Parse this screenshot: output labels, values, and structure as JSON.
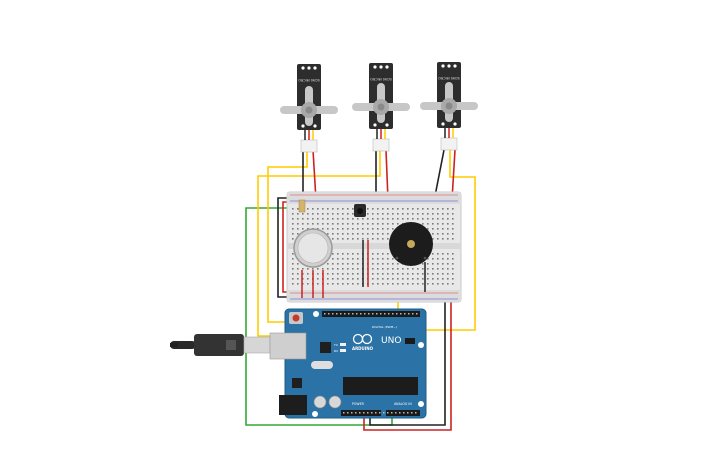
{
  "servos": [
    {
      "id": "servo-1",
      "model_label": "SG90 MICRO"
    },
    {
      "id": "servo-2",
      "model_label": "SG90 MICRO"
    },
    {
      "id": "servo-3",
      "model_label": "SG90 MICRO"
    }
  ],
  "arduino": {
    "brand_label": "ARDUINO",
    "model_label": "UNO",
    "digital_header_label": "DIGITAL (PWM~)",
    "power_header_label": "POWER",
    "analog_header_label": "ANALOG IN",
    "tx_label": "TX",
    "rx_label": "RX"
  },
  "wire_colors": {
    "yellow": "#ffcc00",
    "red": "#cc2222",
    "black": "#222222",
    "green": "#33aa33"
  }
}
